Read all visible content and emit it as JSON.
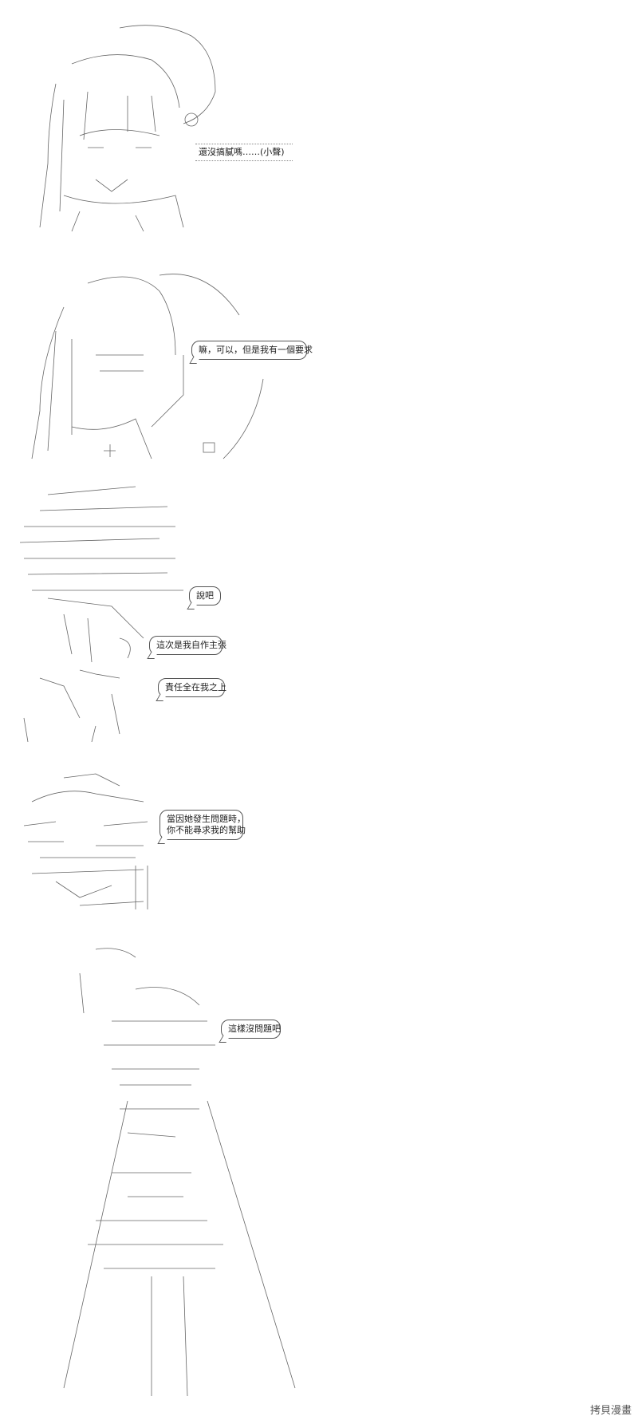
{
  "panels": [
    {
      "bubbles": [
        {
          "text": "還沒搞膩嗎……(小聲)"
        }
      ]
    },
    {
      "bubbles": [
        {
          "text": "嘛，可以，但是我有一個要求"
        }
      ]
    },
    {
      "bubbles": [
        {
          "text": "說吧"
        },
        {
          "text": "這次是我自作主張"
        },
        {
          "text": "責任全在我之上"
        }
      ]
    },
    {
      "bubbles": [
        {
          "line1": "當因她發生問題時，",
          "line2": "你不能尋求我的幫助"
        }
      ]
    },
    {
      "bubbles": [
        {
          "text": "這樣沒問題吧"
        }
      ]
    }
  ],
  "watermark": "拷貝漫畫",
  "icons": [
    "ascii-art-character-1",
    "ascii-art-character-2",
    "ascii-art-character-3",
    "ascii-art-character-4",
    "ascii-art-character-5"
  ]
}
